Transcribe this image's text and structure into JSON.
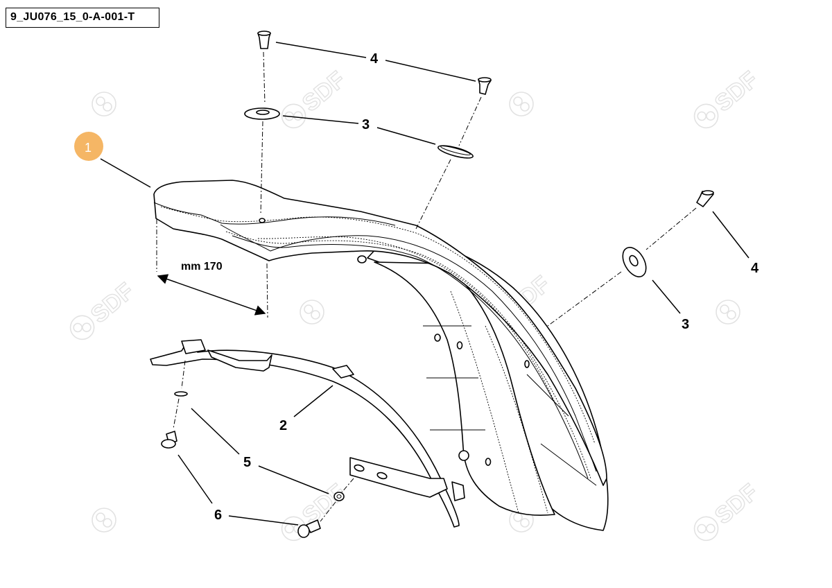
{
  "drawing_code": "9_JU076_15_0-A-001-T",
  "dimension": {
    "label": "mm 170"
  },
  "highlight": {
    "label": "1",
    "color": "#f5b665"
  },
  "watermark": {
    "text": "SDF",
    "color": "#e2e2e2"
  },
  "callouts": {
    "part1": "1",
    "part2": "2",
    "part3_top": "3",
    "part3_right": "3",
    "part4_top": "4",
    "part4_right": "4",
    "part5": "5",
    "part6": "6"
  }
}
